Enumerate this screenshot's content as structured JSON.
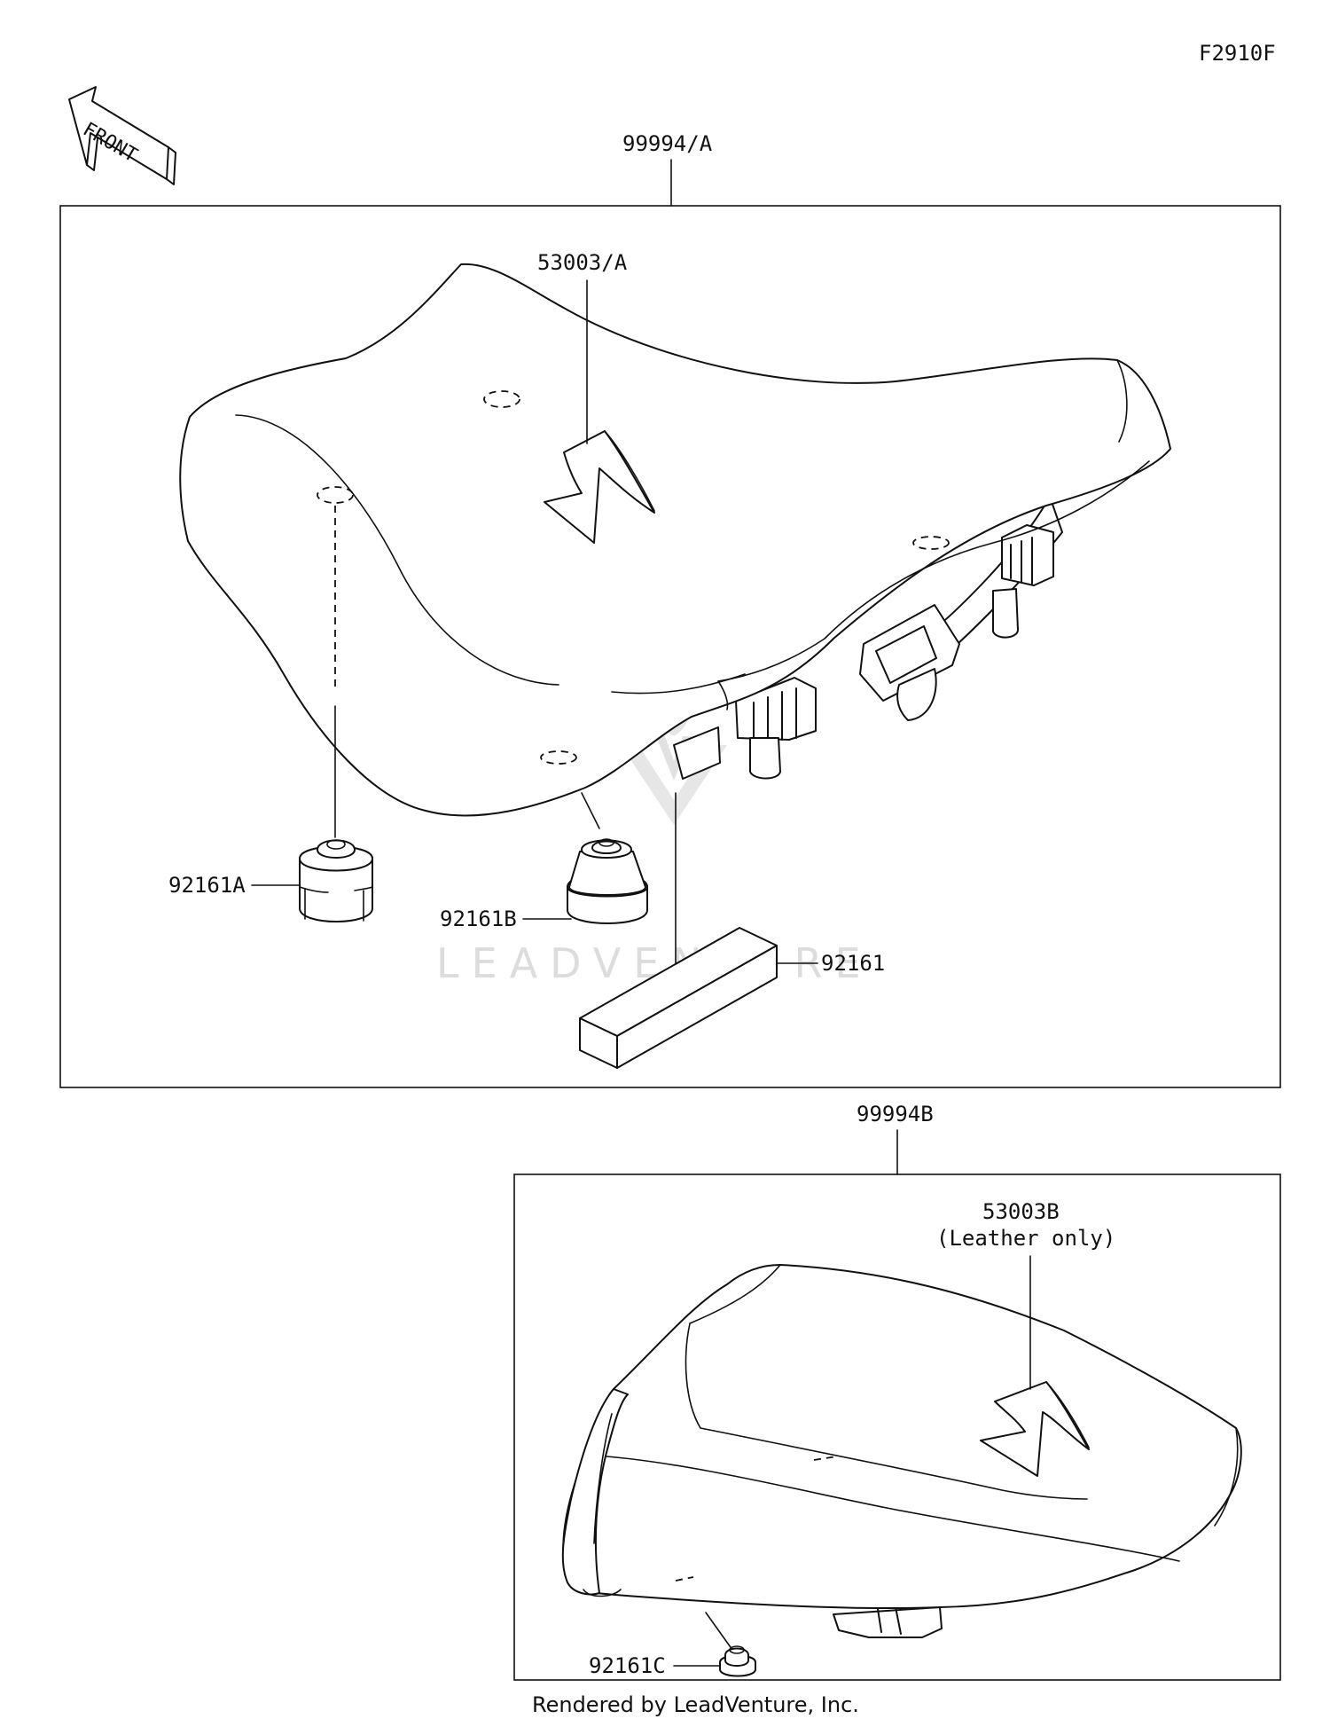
{
  "diagram_code": "F2910F",
  "front_label": "FRONT",
  "watermark": "LEADVENTURE",
  "footer": "Rendered by LeadVenture, Inc.",
  "assemblies": [
    {
      "id": "99994/A",
      "label": "99994/A"
    },
    {
      "id": "99994B",
      "label": "99994B"
    }
  ],
  "parts": {
    "seat_cover_a": "53003/A",
    "damper_a": "92161A",
    "damper_b": "92161B",
    "damper_block": "92161",
    "seat_cover_b": "53003B",
    "seat_cover_b_note": "(Leather only)",
    "damper_c": "92161C"
  }
}
